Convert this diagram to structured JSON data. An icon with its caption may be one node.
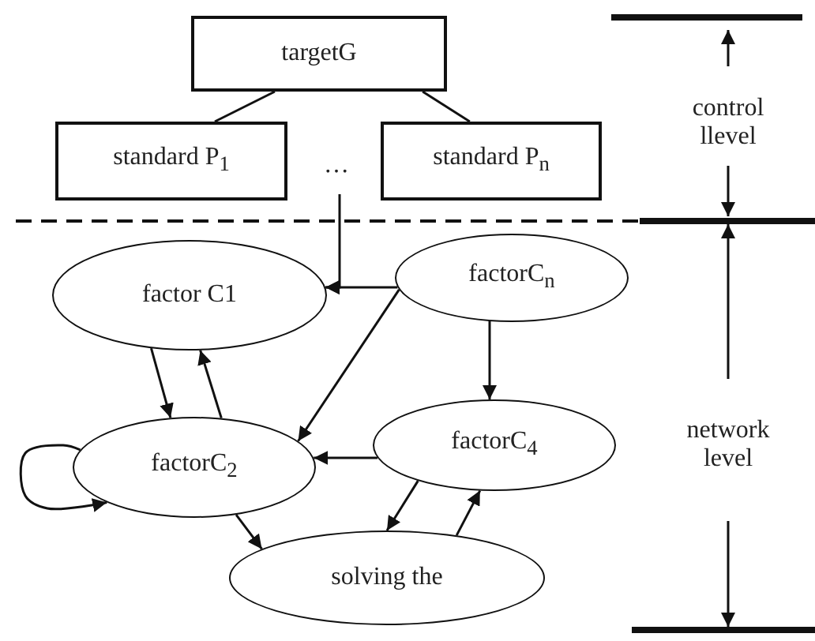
{
  "diagram": {
    "nodes": [
      {
        "text": [
          "targetG"
        ]
      },
      {
        "text": [
          "standard P$_{1}$"
        ]
      },
      {
        "text": [
          "standard P$_{n}$"
        ]
      },
      {
        "text": [
          "factor C1"
        ]
      },
      {
        "text": [
          "factorC$_{n}$"
        ]
      },
      {
        "text": [
          "factorC$_{2}$"
        ]
      },
      {
        "text": [
          "factorC$_{4}$"
        ]
      },
      {
        "text": [
          "solving the"
        ]
      }
    ],
    "edges": [
      {
        "from": 0,
        "to": 1,
        "arrow": "none"
      },
      {
        "from": 0,
        "to": 2,
        "arrow": "none"
      },
      {
        "from": null,
        "to": 3,
        "arrow": "to"
      },
      {
        "from": 4,
        "to": 3,
        "arrow": "to"
      },
      {
        "from": 4,
        "to": 5,
        "arrow": "to"
      },
      {
        "from": 4,
        "to": 6,
        "arrow": "to"
      },
      {
        "from": 3,
        "to": 5,
        "arrow": "to"
      },
      {
        "from": 5,
        "to": 3,
        "arrow": "to"
      },
      {
        "from": 5,
        "to": 5,
        "arrow": "to"
      },
      {
        "from": 6,
        "to": 5,
        "arrow": "to"
      },
      {
        "from": 6,
        "to": 7,
        "arrow": "to"
      },
      {
        "from": 7,
        "to": 6,
        "arrow": "to"
      },
      {
        "from": 5,
        "to": 7,
        "arrow": "to"
      }
    ],
    "labels": [
      "…",
      "control llevel",
      "network level"
    ]
  }
}
